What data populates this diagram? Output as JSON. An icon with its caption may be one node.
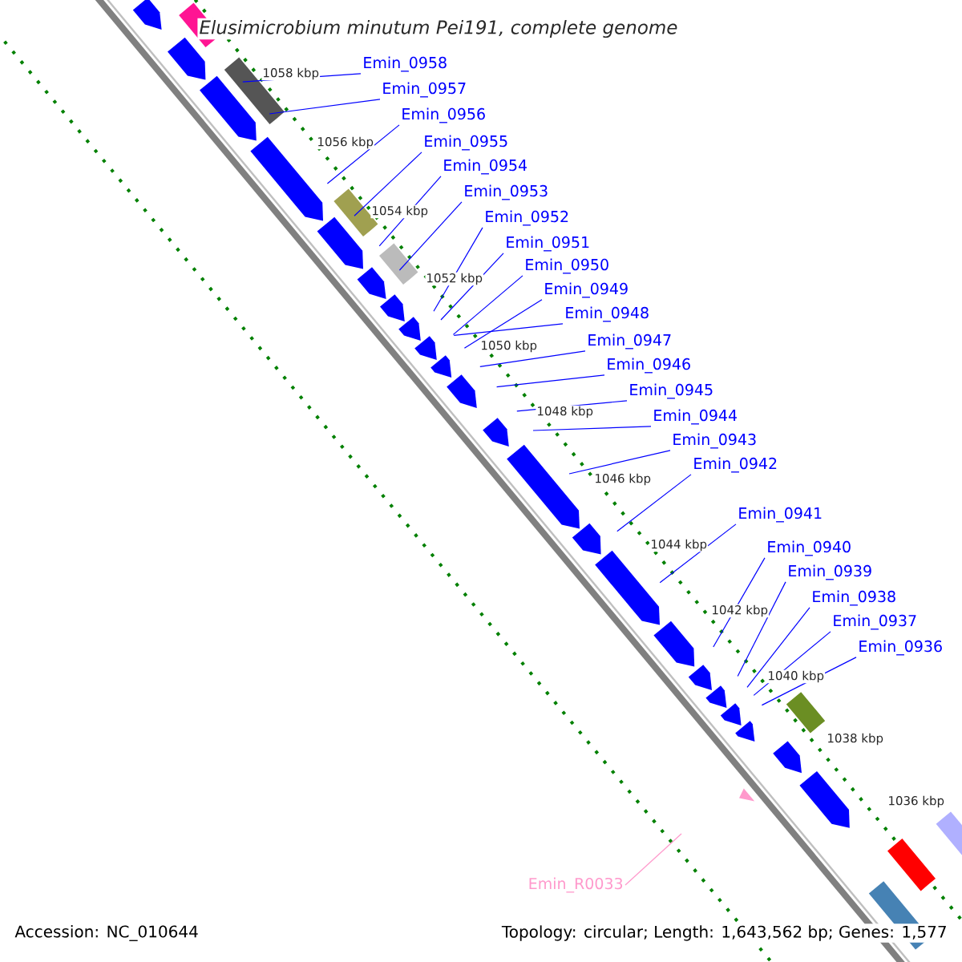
{
  "diagram": {
    "title": "Elusimicrobium minutum Pei191, complete genome",
    "nodes": [
      {
        "text": [
          "Emin_0958"
        ]
      },
      {
        "text": [
          "Emin_0957"
        ]
      },
      {
        "text": [
          "Emin_0956"
        ]
      },
      {
        "text": [
          "Emin_0955"
        ]
      },
      {
        "text": [
          "Emin_0954"
        ]
      },
      {
        "text": [
          "Emin_0953"
        ]
      },
      {
        "text": [
          "Emin_0952"
        ]
      },
      {
        "text": [
          "Emin_0951"
        ]
      },
      {
        "text": [
          "Emin_0950"
        ]
      },
      {
        "text": [
          "Emin_0949"
        ]
      },
      {
        "text": [
          "Emin_0948"
        ]
      },
      {
        "text": [
          "Emin_0947"
        ]
      },
      {
        "text": [
          "Emin_0946"
        ]
      },
      {
        "text": [
          "Emin_0945"
        ]
      },
      {
        "text": [
          "Emin_0944"
        ]
      },
      {
        "text": [
          "Emin_0943"
        ]
      },
      {
        "text": [
          "Emin_0942"
        ]
      },
      {
        "text": [
          "Emin_0941"
        ]
      },
      {
        "text": [
          "Emin_0940"
        ]
      },
      {
        "text": [
          "Emin_0939"
        ]
      },
      {
        "text": [
          "Emin_0938"
        ]
      },
      {
        "text": [
          "Emin_0937"
        ]
      },
      {
        "text": [
          "Emin_0936"
        ]
      },
      {
        "text": [
          "Emin_R0033"
        ]
      }
    ],
    "edges": [
      {
        "from": 0,
        "to": null,
        "arrow": "none"
      },
      {
        "from": 1,
        "to": null,
        "arrow": "none"
      },
      {
        "from": 2,
        "to": null,
        "arrow": "none"
      },
      {
        "from": 3,
        "to": null,
        "arrow": "none"
      },
      {
        "from": 4,
        "to": null,
        "arrow": "none"
      },
      {
        "from": 5,
        "to": null,
        "arrow": "none"
      },
      {
        "from": 6,
        "to": null,
        "arrow": "none"
      },
      {
        "from": 7,
        "to": null,
        "arrow": "none"
      },
      {
        "from": 8,
        "to": null,
        "arrow": "none"
      },
      {
        "from": 9,
        "to": null,
        "arrow": "none"
      },
      {
        "from": 10,
        "to": null,
        "arrow": "none"
      },
      {
        "from": 11,
        "to": null,
        "arrow": "none"
      },
      {
        "from": 12,
        "to": null,
        "arrow": "none"
      },
      {
        "from": 13,
        "to": null,
        "arrow": "none"
      },
      {
        "from": 14,
        "to": null,
        "arrow": "none"
      },
      {
        "from": 15,
        "to": null,
        "arrow": "none"
      },
      {
        "from": 16,
        "to": null,
        "arrow": "none"
      },
      {
        "from": 17,
        "to": null,
        "arrow": "none"
      },
      {
        "from": 18,
        "to": null,
        "arrow": "none"
      },
      {
        "from": 19,
        "to": null,
        "arrow": "none"
      },
      {
        "from": 20,
        "to": null,
        "arrow": "none"
      },
      {
        "from": 21,
        "to": null,
        "arrow": "none"
      },
      {
        "from": 22,
        "to": null,
        "arrow": "none"
      },
      {
        "from": 23,
        "to": null,
        "arrow": "none",
        "color": "#ff99cc"
      }
    ],
    "labels": [
      "1058 kbp",
      "1056 kbp",
      "1054 kbp",
      "1052 kbp",
      "1050 kbp",
      "1048 kbp",
      "1046 kbp",
      "1044 kbp",
      "1042 kbp",
      "1040 kbp",
      "1038 kbp",
      "1036 kbp",
      "Accession: NC_010644",
      "Topology: circular; Length: 1,643,562 bp; Genes: 1,577"
    ]
  }
}
